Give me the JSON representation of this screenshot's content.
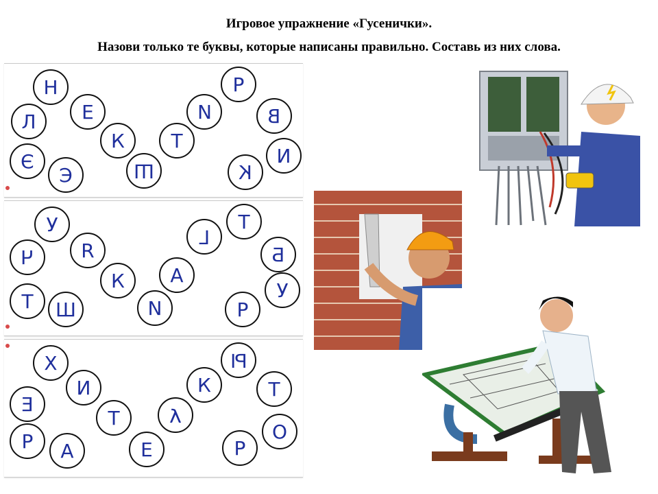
{
  "header": {
    "line1": "Игровое упражнение «Гусенички».",
    "line2": "Назови только те буквы, которые написаны правильно. Составь из них слова."
  },
  "rows": [
    {
      "letters": [
        {
          "ch": "Л",
          "state": "normal"
        },
        {
          "ch": "Н",
          "state": "normal"
        },
        {
          "ch": "Е",
          "state": "normal"
        },
        {
          "ch": "К",
          "state": "normal"
        },
        {
          "ch": "Т",
          "state": "normal"
        },
        {
          "ch": "И",
          "state": "flip"
        },
        {
          "ch": "Р",
          "state": "normal"
        },
        {
          "ch": "В",
          "state": "flip"
        },
        {
          "ch": "Э",
          "state": "flip"
        },
        {
          "ch": "Э",
          "state": "normal"
        },
        {
          "ch": "Ш",
          "state": "rot"
        },
        {
          "ch": "К",
          "state": "flip"
        },
        {
          "ch": "И",
          "state": "normal"
        }
      ]
    },
    {
      "letters": [
        {
          "ch": "Ч",
          "state": "flip"
        },
        {
          "ch": "У",
          "state": "normal"
        },
        {
          "ch": "R",
          "state": "normal"
        },
        {
          "ch": "К",
          "state": "normal"
        },
        {
          "ch": "А",
          "state": "normal"
        },
        {
          "ch": "Г",
          "state": "flip"
        },
        {
          "ch": "Т",
          "state": "normal"
        },
        {
          "ch": "Б",
          "state": "flip"
        },
        {
          "ch": "Т",
          "state": "normal"
        },
        {
          "ch": "Ш",
          "state": "normal"
        },
        {
          "ch": "N",
          "state": "normal"
        },
        {
          "ch": "Р",
          "state": "normal"
        },
        {
          "ch": "У",
          "state": "normal"
        }
      ]
    },
    {
      "letters": [
        {
          "ch": "Х",
          "state": "normal"
        },
        {
          "ch": "Е",
          "state": "flip"
        },
        {
          "ch": "И",
          "state": "normal"
        },
        {
          "ch": "Т",
          "state": "normal"
        },
        {
          "ch": "У",
          "state": "flipy"
        },
        {
          "ch": "К",
          "state": "normal"
        },
        {
          "ch": "Ы",
          "state": "rot"
        },
        {
          "ch": "Т",
          "state": "normal"
        },
        {
          "ch": "Р",
          "state": "normal"
        },
        {
          "ch": "А",
          "state": "normal"
        },
        {
          "ch": "Е",
          "state": "normal"
        },
        {
          "ch": "Р",
          "state": "normal"
        },
        {
          "ch": "О",
          "state": "normal"
        }
      ]
    }
  ],
  "colors": {
    "letter": "#1f2f9c",
    "outline": "#111111",
    "dot": "#d84a4a"
  },
  "illustrations": [
    "electrician-image",
    "bricklayer-image",
    "draftsman-image"
  ]
}
